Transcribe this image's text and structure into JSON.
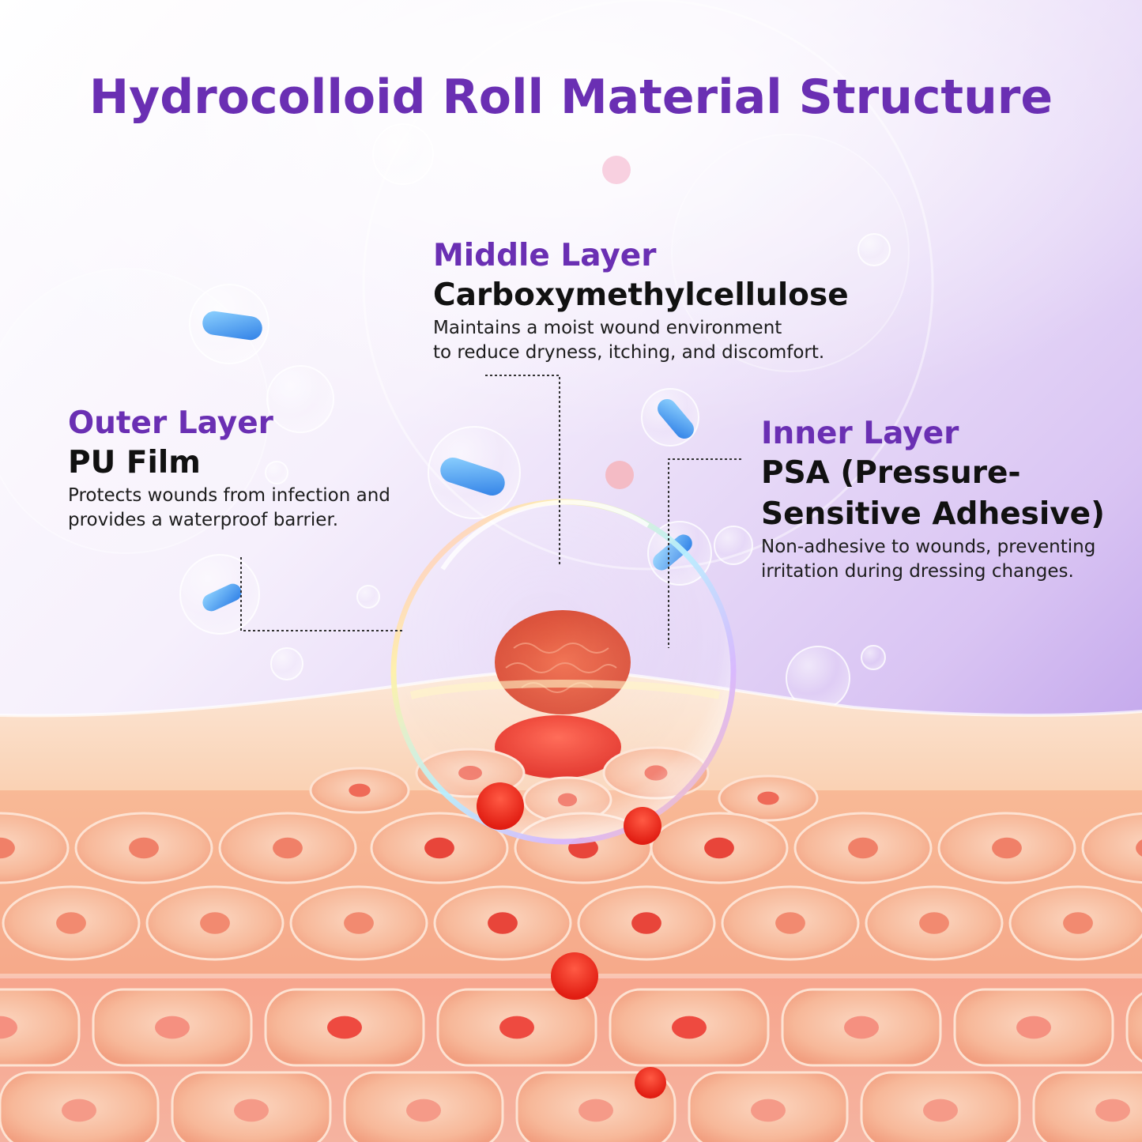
{
  "title": "Hydrocolloid Roll Material Structure",
  "colors": {
    "accent_purple": "#6a2fb3",
    "text_dark": "#111111",
    "skin": "#f7b08e",
    "blood": "#e8342a"
  },
  "layers": {
    "middle": {
      "name": "Middle Layer",
      "material": "Carboxymethylcellulose",
      "desc_line1": "Maintains a moist wound environment",
      "desc_line2": "to reduce dryness, itching, and discomfort."
    },
    "outer": {
      "name": "Outer Layer",
      "material": "PU Film",
      "desc_line1": "Protects wounds from infection and",
      "desc_line2": "provides a waterproof barrier."
    },
    "inner": {
      "name": "Inner Layer",
      "material_line1": "PSA (Pressure-",
      "material_line2": "Sensitive Adhesive)",
      "desc_line1": "Non-adhesive to wounds, preventing",
      "desc_line2": "irritation during dressing changes."
    }
  }
}
